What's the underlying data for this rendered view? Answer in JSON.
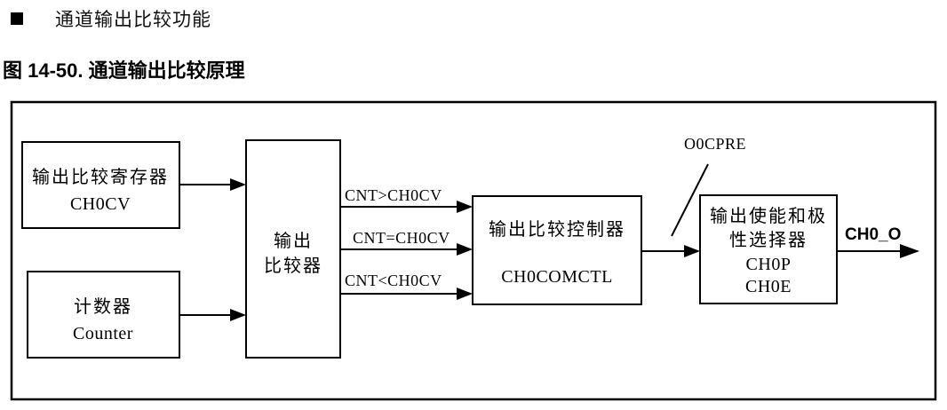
{
  "header": {
    "bullet_text": "通道输出比较功能",
    "figure_caption": "图 14-50. 通道输出比较原理"
  },
  "diagram": {
    "compare_register": {
      "line1": "输出比较寄存器",
      "line2": "CH0CV"
    },
    "counter": {
      "line1": "计数器",
      "line2": "Counter"
    },
    "comparator": {
      "line1": "输出",
      "line2": "比较器"
    },
    "controller": {
      "line1": "输出比较控制器",
      "line2": "CH0COMCTL"
    },
    "selector": {
      "line1": "输出使能和极",
      "line2": "性选择器",
      "line3": "CH0P",
      "line4": "CH0E"
    },
    "signal_gt": "CNT>CH0CV",
    "signal_eq": "CNT=CH0CV",
    "signal_lt": "CNT<CH0CV",
    "signal_ocpre": "O0CPRE",
    "signal_out": "CH0_O",
    "colors": {
      "line": "#000000",
      "text": "#000000",
      "background": "#ffffff"
    }
  }
}
